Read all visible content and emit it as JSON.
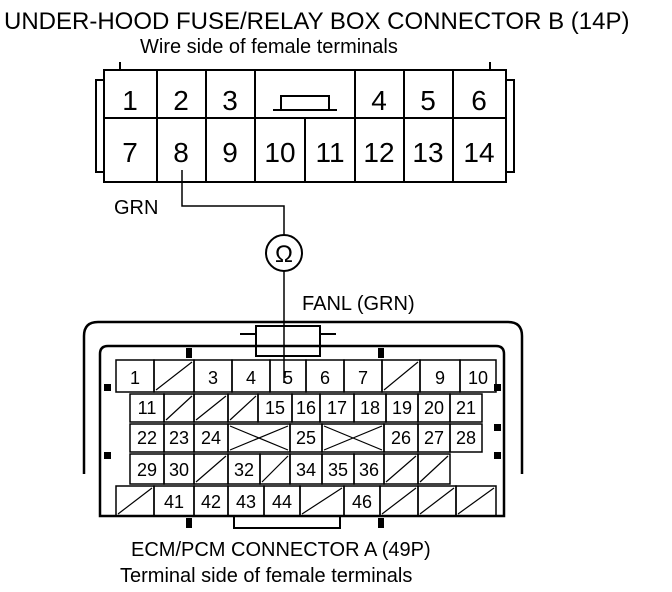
{
  "header": {
    "title": "UNDER-HOOD FUSE/RELAY BOX CONNECTOR B (14P)",
    "subtitle": "Wire side of female terminals"
  },
  "connector_b": {
    "top_row": [
      "1",
      "2",
      "3",
      "4",
      "5",
      "6"
    ],
    "bottom_row": [
      "7",
      "8",
      "9",
      "10",
      "11",
      "12",
      "13",
      "14"
    ]
  },
  "wire": {
    "color_label": "GRN",
    "signal_label": "FANL (GRN)",
    "meter_symbol": "Ω"
  },
  "connector_a": {
    "rows": [
      [
        "1",
        "/",
        "3",
        "4",
        "5",
        "6",
        "7",
        "/",
        "9",
        "10"
      ],
      [
        "11",
        "/",
        "/",
        "/",
        "15",
        "16",
        "17",
        "18",
        "19",
        "20",
        "21"
      ],
      [
        "22",
        "23",
        "24",
        "X",
        "25",
        "X",
        "26",
        "27",
        "28"
      ],
      [
        "29",
        "30",
        "/",
        "32",
        "/",
        "34",
        "35",
        "36",
        "/",
        "/"
      ],
      [
        "/",
        "41",
        "42",
        "43",
        "44",
        "/",
        "46",
        "/",
        "/",
        "/"
      ]
    ]
  },
  "footer": {
    "title": "ECM/PCM CONNECTOR A (49P)",
    "subtitle": "Terminal side of female terminals"
  }
}
